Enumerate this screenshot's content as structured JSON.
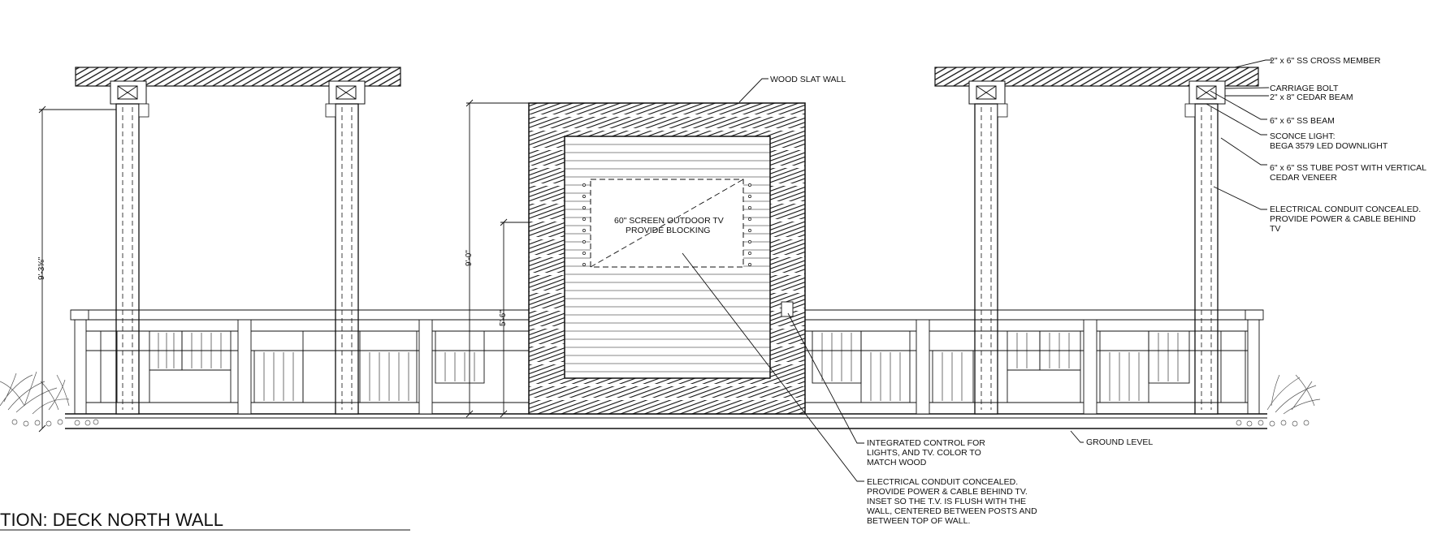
{
  "drawing_title": "TION: DECK NORTH WALL",
  "labels": {
    "wood_slat_wall": "WOOD SLAT WALL",
    "cross_member": "2\" x 6\" SS CROSS MEMBER",
    "carriage_bolt": "CARRIAGE BOLT",
    "cedar_beam": "2\" x 8\" CEDAR BEAM",
    "ss_beam": "6\" x 6\" SS BEAM",
    "sconce_line1": "SCONCE LIGHT:",
    "sconce_line2": "BEGA 3579 LED DOWNLIGHT",
    "tube_post_line1": "6\" x 6\" SS TUBE POST WITH VERTICAL",
    "tube_post_line2": "CEDAR VENEER",
    "conduit_right_line1": "ELECTRICAL CONDUIT CONCEALED.",
    "conduit_right_line2": "PROVIDE POWER & CABLE BEHIND",
    "conduit_right_line3": "TV",
    "tv_line1": "60\" SCREEN OUTDOOR TV",
    "tv_line2": "PROVIDE BLOCKING",
    "control_line1": "INTEGRATED CONTROL FOR",
    "control_line2": "LIGHTS, AND TV. COLOR TO",
    "control_line3": "MATCH WOOD",
    "ground_level": "GROUND LEVEL",
    "conduit_bottom_line1": "ELECTRICAL CONDUIT CONCEALED.",
    "conduit_bottom_line2": "PROVIDE POWER & CABLE BEHIND TV.",
    "conduit_bottom_line3": "INSET SO THE T.V. IS FLUSH WITH THE",
    "conduit_bottom_line4": "WALL, CENTERED BETWEEN POSTS AND",
    "conduit_bottom_line5": "BETWEEN TOP OF WALL."
  },
  "dimensions": {
    "pergola_height": "9'-3⅝\"",
    "wall_height": "9'-0\"",
    "tv_mount_height": "5'-6\""
  }
}
